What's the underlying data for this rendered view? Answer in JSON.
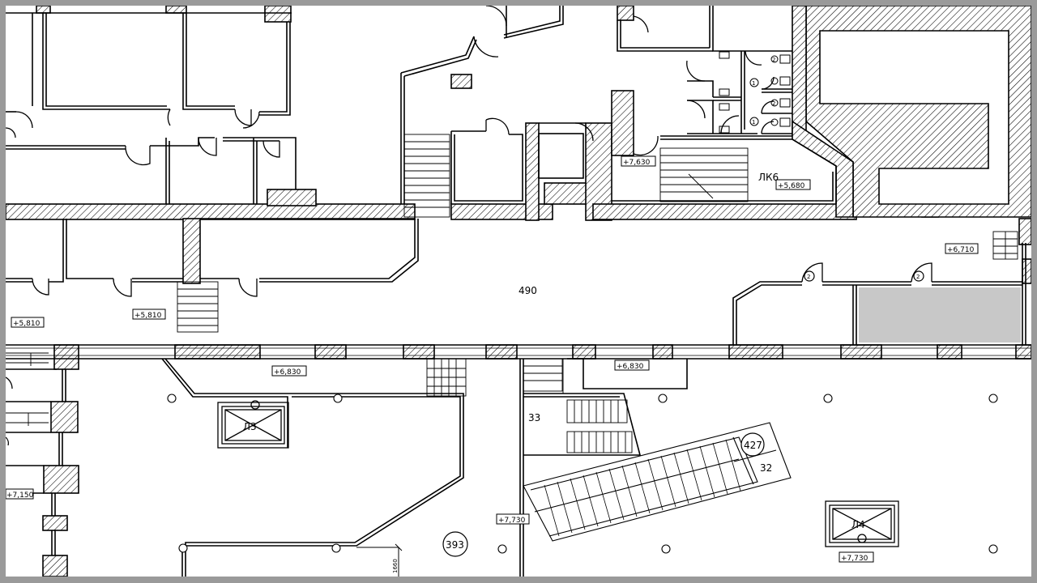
{
  "plan": {
    "room_490": "490",
    "room_33": "33",
    "room_32": "32",
    "lk6": "ЛК6",
    "l3": "Л3",
    "l4": "Л4",
    "circle_427": "427",
    "circle_393": "393",
    "door_tag_2a": "2",
    "door_tag_2b": "2",
    "wc_tag_1a": "1",
    "wc_tag_1b": "1",
    "wc_tag_2a": "2",
    "wc_tag_2b": "2",
    "dim_1660": "1660",
    "elevations": {
      "e7630": "+7,630",
      "e5680": "+5,680",
      "e6710": "+6,710",
      "e5810a": "+5,810",
      "e5810b": "+5,810",
      "e6830a": "+6,830",
      "e6830b": "+6,830",
      "e7150": "+7,150",
      "e7730a": "+7,730",
      "e7730b": "+7,730"
    }
  },
  "colors": {
    "frame": "#9a9a9a",
    "paper": "#ffffff",
    "line": "#000000",
    "fill_gray": "#c8c8c8"
  }
}
